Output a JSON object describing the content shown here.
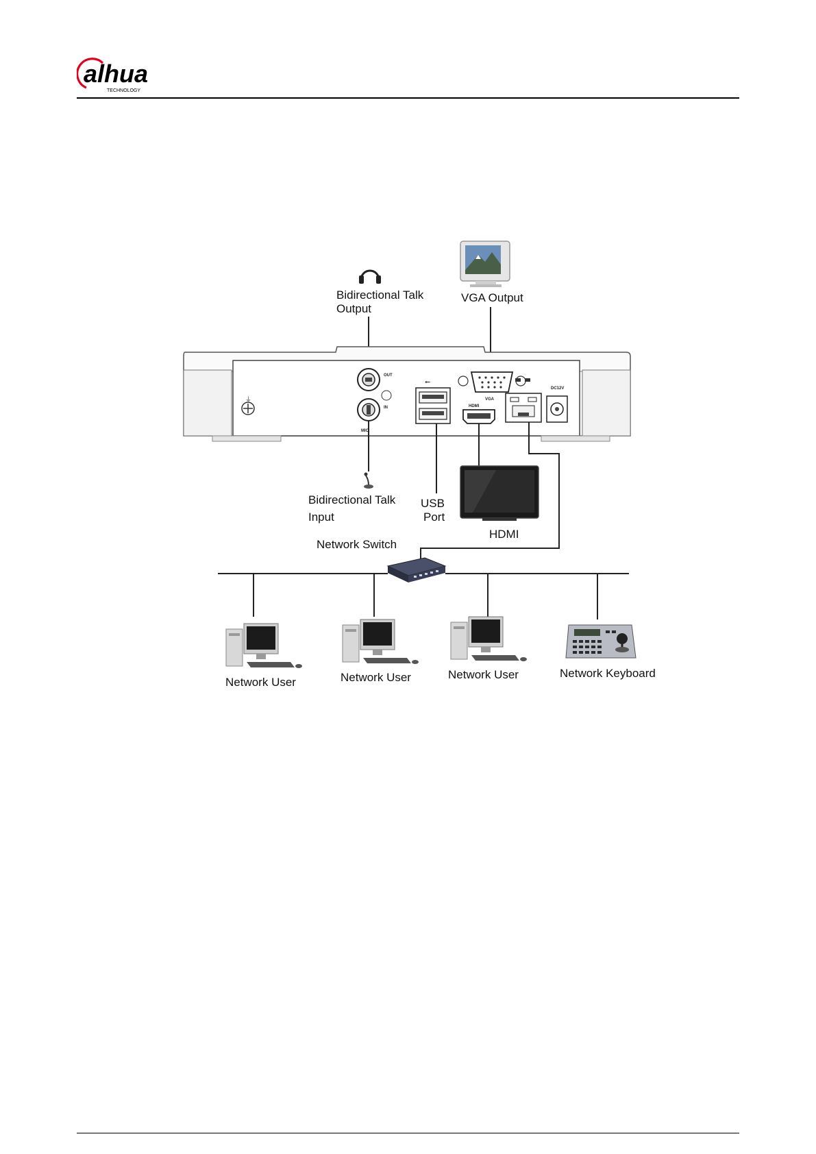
{
  "header": {
    "logo_text": "alhua",
    "logo_sub": "TECHNOLOGY"
  },
  "diagram": {
    "labels": {
      "talk_output_1": "Bidirectional Talk",
      "talk_output_2": "Output",
      "vga_output": "VGA Output",
      "talk_input_1": "Bidirectional Talk",
      "talk_input_2": "Input",
      "usb_1": "USB",
      "usb_2": "Port",
      "hdmi": "HDMI",
      "network_switch": "Network Switch",
      "network_user_1": "Network User",
      "network_user_2": "Network User",
      "network_user_3": "Network User",
      "network_keyboard": "Network Keyboard"
    },
    "panel_marks": {
      "out": "OUT",
      "in": "IN",
      "mic": "MIC",
      "vga": "VGA",
      "hdmi": "HDMI",
      "dc": "DC12V"
    }
  },
  "colors": {
    "brand_red": "#e3001b",
    "line": "#222222"
  }
}
